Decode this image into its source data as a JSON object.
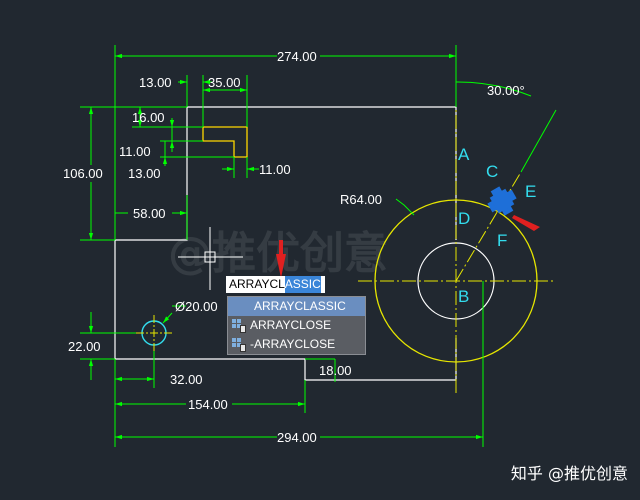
{
  "watermark": "@推优创意",
  "footer_logo": "知乎 @推优创意",
  "dimensions": {
    "top_overall": "274.00",
    "bottom_overall": "294.00",
    "bottom_154": "154.00",
    "bottom_32": "32.00",
    "bottom_18": "18.00",
    "left_106": "106.00",
    "left_58": "58.00",
    "left_22": "22.00",
    "slot_13_top": "13.00",
    "slot_35": "35.00",
    "slot_16": "16.00",
    "slot_11_left": "11.00",
    "slot_13_left": "13.00",
    "slot_11_right": "11.00",
    "hole_dia": "Ø20.00",
    "radius": "R64.00",
    "angle": "30.00°"
  },
  "labels": {
    "a": "A",
    "b": "B",
    "c": "C",
    "d": "D",
    "e": "E",
    "f": "F"
  },
  "command": {
    "typed": "ARRAYCL",
    "suggested": "ASSIC"
  },
  "autocomplete": {
    "items": [
      {
        "label": "ARRAYCLASSIC",
        "highlighted": true,
        "icon": "none"
      },
      {
        "label": "ARRAYCLOSE",
        "highlighted": false,
        "icon": "array-command-icon"
      },
      {
        "label": "-ARRAYCLOSE",
        "highlighted": false,
        "icon": "array-command-icon"
      }
    ]
  },
  "colors": {
    "background": "#212830",
    "dimension": "#00ff00",
    "geometry": "#ffffff",
    "slot": "#ffd700",
    "circle": "#e6e600",
    "centerline": "#e6e600",
    "label": "#33ddee",
    "arrow": "#e02020",
    "part": "#1e6fd8"
  }
}
